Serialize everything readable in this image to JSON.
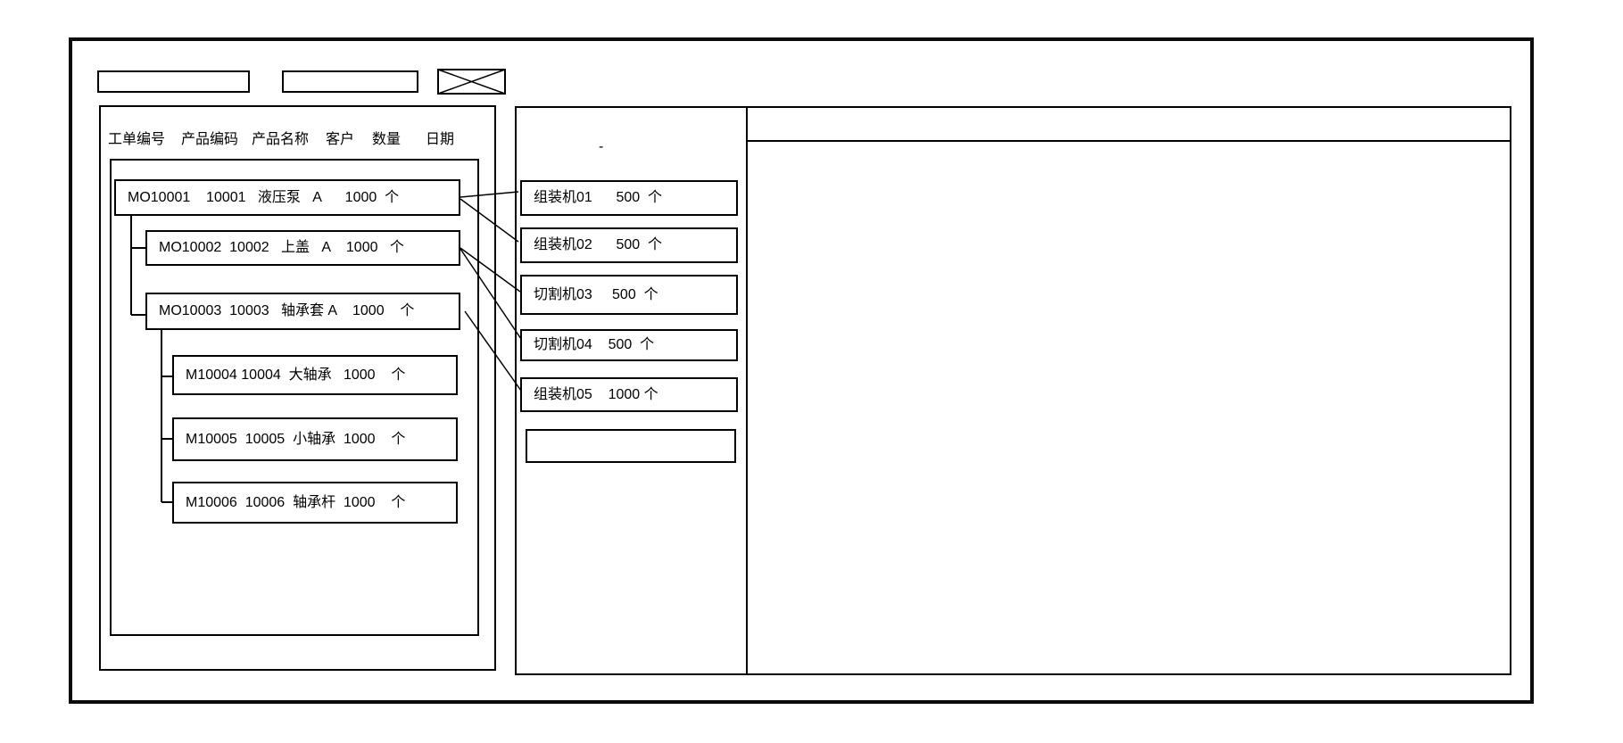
{
  "toolbar": {
    "field1_value": "",
    "field2_value": ""
  },
  "left_panel": {
    "headers": [
      "工单编号",
      "产品编码",
      "产品名称",
      "客户",
      "数量",
      "日期"
    ],
    "orders": [
      {
        "id": "MO10001",
        "label": "MO10001    10001   液压泵   A      1000  个"
      },
      {
        "id": "MO10002",
        "label": "MO10002  10002   上盖   A    1000   个"
      },
      {
        "id": "MO10003",
        "label": "MO10003  10003   轴承套 A    1000    个"
      },
      {
        "id": "M10004",
        "label": "M10004 10004  大轴承   1000    个"
      },
      {
        "id": "M10005",
        "label": "M10005  10005  小轴承  1000    个"
      },
      {
        "id": "M10006",
        "label": "M10006  10006  轴承杆  1000    个"
      }
    ]
  },
  "machine_panel": {
    "note": "-",
    "machines": [
      {
        "id": "组装机01",
        "label": "组装机01      500  个"
      },
      {
        "id": "组装机02",
        "label": "组装机02      500  个"
      },
      {
        "id": "切割机03",
        "label": "切割机03     500  个"
      },
      {
        "id": "切割机04",
        "label": "切割机04    500  个"
      },
      {
        "id": "组装机05",
        "label": "组装机05    1000 个"
      },
      {
        "id": "empty",
        "label": ""
      }
    ]
  },
  "connections": [
    {
      "from": "MO10001",
      "to": "组装机01"
    },
    {
      "from": "MO10001",
      "to": "组装机02"
    },
    {
      "from": "MO10002",
      "to": "切割机03"
    },
    {
      "from": "MO10002",
      "to": "切割机04"
    },
    {
      "from": "MO10003",
      "to": "组装机05"
    }
  ],
  "tree": [
    {
      "parent": "MO10001",
      "children": [
        "MO10002",
        "MO10003"
      ]
    },
    {
      "parent": "MO10003",
      "children": [
        "M10004",
        "M10005",
        "M10006"
      ]
    }
  ],
  "colors": {
    "line": "#000000",
    "background": "#ffffff"
  }
}
